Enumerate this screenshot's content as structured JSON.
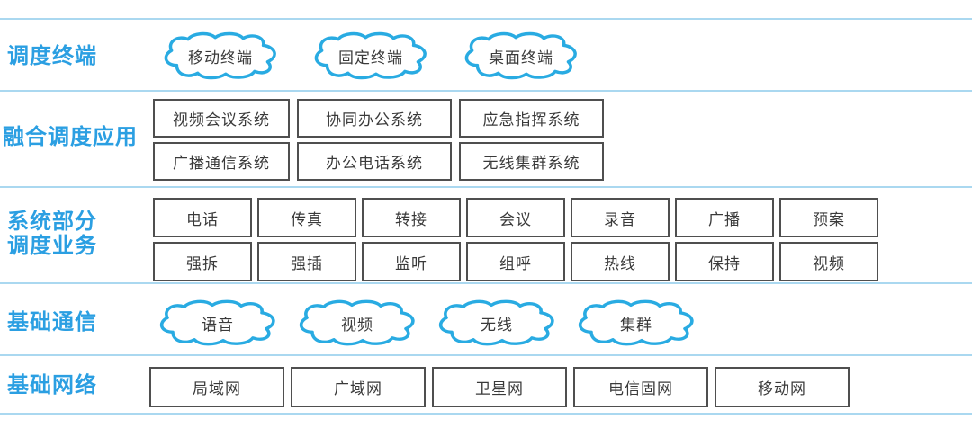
{
  "colors": {
    "section_label_blue": "#2b9fe2",
    "divider_line_blue": "#aad8f0",
    "cloud_outline_blue": "#29abe2",
    "box_border_gray": "#4f4f4f",
    "text_dark": "#3a3a3a",
    "background": "#ffffff"
  },
  "sections": [
    {
      "id": "dispatch-terminal",
      "label": "调度终端",
      "shape": "cloud",
      "items": [
        "移动终端",
        "固定终端",
        "桌面终端"
      ]
    },
    {
      "id": "converged-dispatch-apps",
      "label": "融合调度应用",
      "shape": "box",
      "rows": [
        [
          "视频会议系统",
          "协同办公系统",
          "应急指挥系统"
        ],
        [
          "广播通信系统",
          "办公电话系统",
          "无线集群系统"
        ]
      ]
    },
    {
      "id": "dispatch-services",
      "label_line1": "系统部分",
      "label_line2": "调度业务",
      "shape": "box",
      "rows": [
        [
          "电话",
          "传真",
          "转接",
          "会议",
          "录音",
          "广播",
          "预案"
        ],
        [
          "强拆",
          "强插",
          "监听",
          "组呼",
          "热线",
          "保持",
          "视频"
        ]
      ]
    },
    {
      "id": "basic-communication",
      "label": "基础通信",
      "shape": "cloud",
      "items": [
        "语音",
        "视频",
        "无线",
        "集群"
      ]
    },
    {
      "id": "basic-network",
      "label": "基础网络",
      "shape": "box",
      "rows": [
        [
          "局域网",
          "广域网",
          "卫星网",
          "电信固网",
          "移动网"
        ]
      ]
    }
  ]
}
